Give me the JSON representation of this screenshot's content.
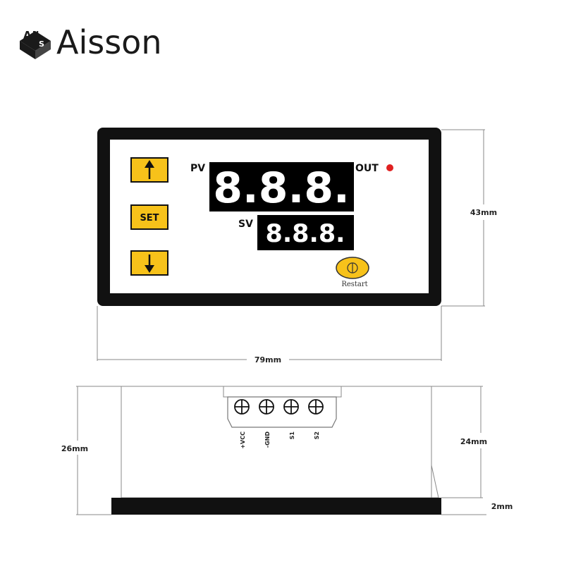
{
  "brand": {
    "name": "Aisson",
    "logo": "ANS-cube-logo"
  },
  "front_panel": {
    "pv_label": "PV",
    "pv_display": "8.8.8.",
    "sv_label": "SV",
    "sv_display": "8.8.8.",
    "out_label": "OUT",
    "set_label": "SET",
    "restart_label": "Restart",
    "buttons": [
      "up-arrow",
      "SET",
      "down-arrow"
    ],
    "indicator_color": "#e02020",
    "button_color": "#f7c21a"
  },
  "dimensions": {
    "width": "79mm",
    "height": "43mm",
    "depth_total": "26mm",
    "depth_body": "24mm",
    "bezel": "2mm"
  },
  "terminals": [
    "+VCC",
    "-GND",
    "S1",
    "S2"
  ]
}
